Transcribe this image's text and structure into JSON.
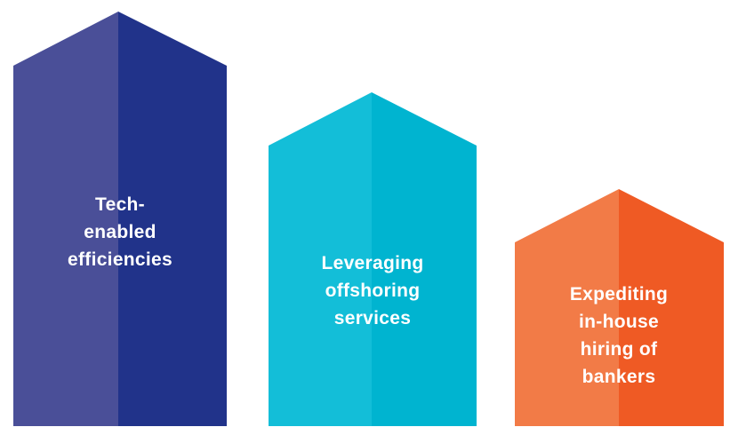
{
  "houses": [
    {
      "label": "Tech-\nenabled\nefficiencies",
      "color_left": "#4a4f98",
      "color_right": "#21338a"
    },
    {
      "label": "Leveraging\noffshoring\nservices",
      "color_left": "#13bed8",
      "color_right": "#00b4d0"
    },
    {
      "label": "Expediting\nin-house\nhiring of\nbankers",
      "color_left": "#f27b47",
      "color_right": "#ef5a24"
    }
  ]
}
